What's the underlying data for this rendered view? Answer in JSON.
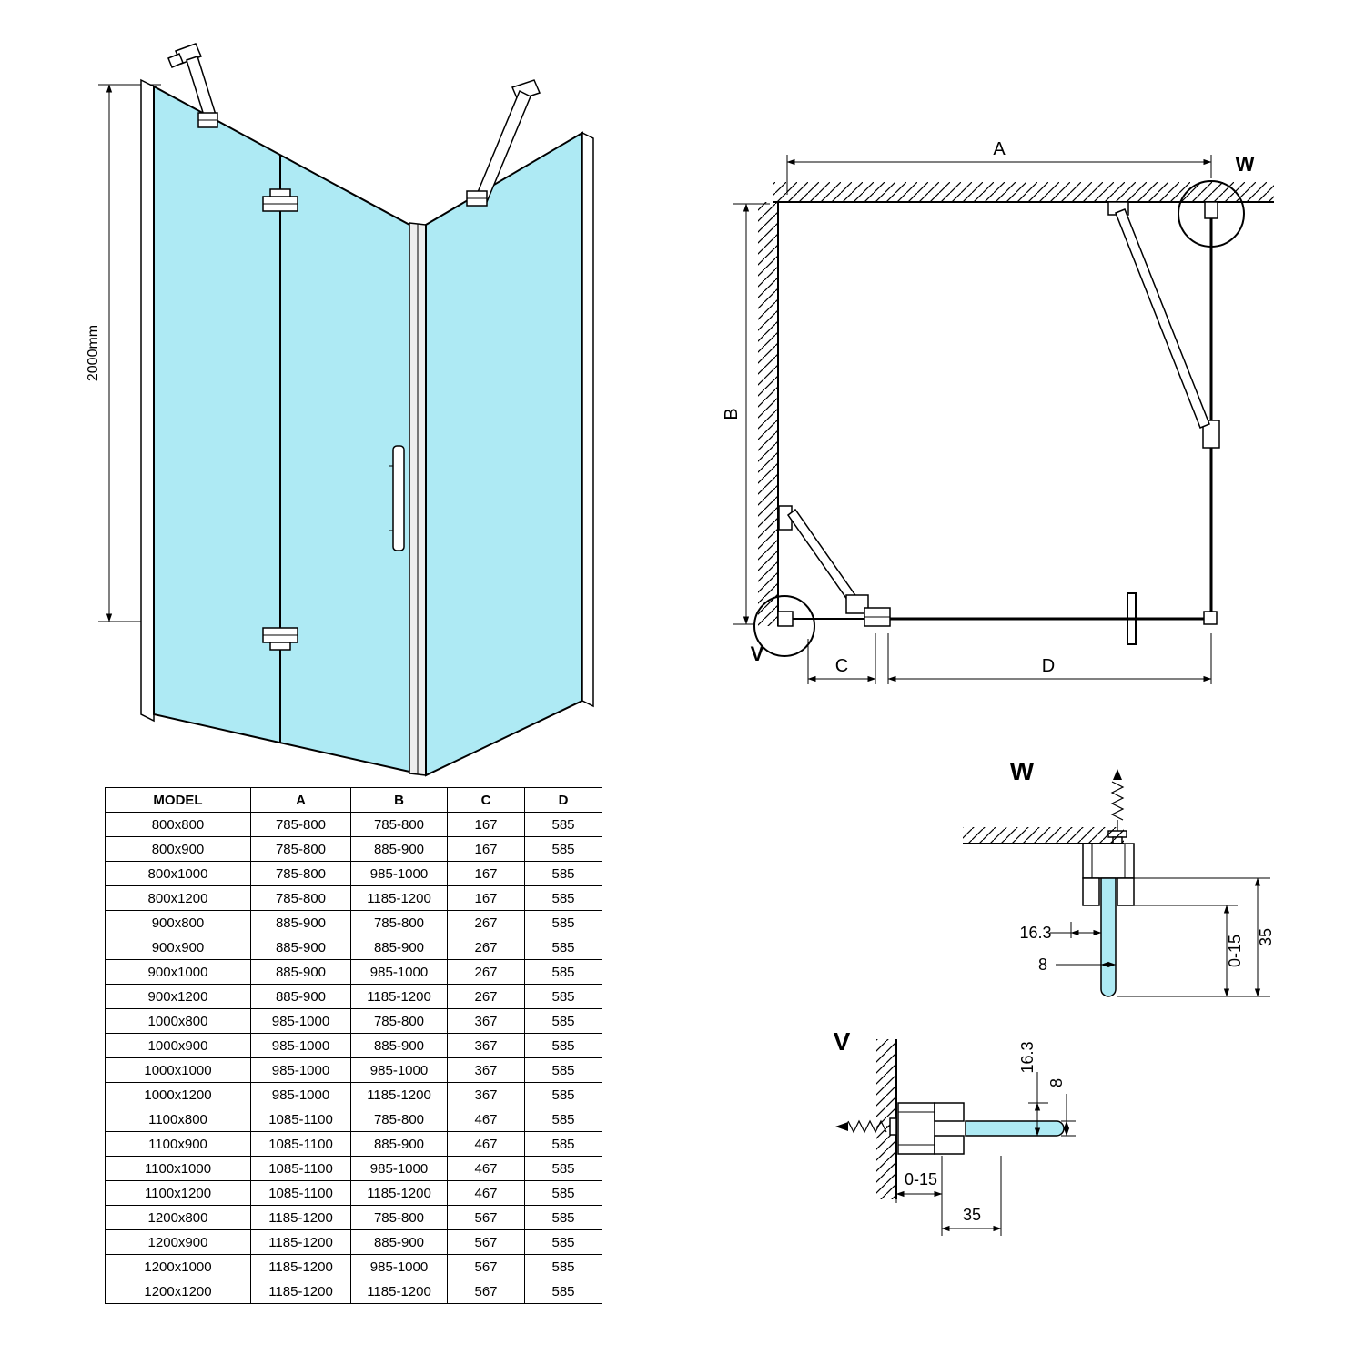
{
  "front_view": {
    "height_label": "2000mm"
  },
  "plan_view": {
    "label_a": "A",
    "label_b": "B",
    "label_c": "C",
    "label_d": "D",
    "label_w": "W",
    "label_v": "V"
  },
  "detail_w": {
    "title": "W",
    "dim_width": "16.3",
    "dim_glass_thickness": "8",
    "dim_adjust": "0-15",
    "dim_profile": "35"
  },
  "detail_v": {
    "title": "V",
    "dim_width": "16.3",
    "dim_glass_thickness": "8",
    "dim_adjust": "0-15",
    "dim_profile": "35"
  },
  "colors": {
    "glass": "#aeeaf4",
    "line": "#000000"
  },
  "table": {
    "headers": [
      "MODEL",
      "A",
      "B",
      "C",
      "D"
    ],
    "rows": [
      [
        "800x800",
        "785-800",
        "785-800",
        "167",
        "585"
      ],
      [
        "800x900",
        "785-800",
        "885-900",
        "167",
        "585"
      ],
      [
        "800x1000",
        "785-800",
        "985-1000",
        "167",
        "585"
      ],
      [
        "800x1200",
        "785-800",
        "1185-1200",
        "167",
        "585"
      ],
      [
        "900x800",
        "885-900",
        "785-800",
        "267",
        "585"
      ],
      [
        "900x900",
        "885-900",
        "885-900",
        "267",
        "585"
      ],
      [
        "900x1000",
        "885-900",
        "985-1000",
        "267",
        "585"
      ],
      [
        "900x1200",
        "885-900",
        "1185-1200",
        "267",
        "585"
      ],
      [
        "1000x800",
        "985-1000",
        "785-800",
        "367",
        "585"
      ],
      [
        "1000x900",
        "985-1000",
        "885-900",
        "367",
        "585"
      ],
      [
        "1000x1000",
        "985-1000",
        "985-1000",
        "367",
        "585"
      ],
      [
        "1000x1200",
        "985-1000",
        "1185-1200",
        "367",
        "585"
      ],
      [
        "1100x800",
        "1085-1100",
        "785-800",
        "467",
        "585"
      ],
      [
        "1100x900",
        "1085-1100",
        "885-900",
        "467",
        "585"
      ],
      [
        "1100x1000",
        "1085-1100",
        "985-1000",
        "467",
        "585"
      ],
      [
        "1100x1200",
        "1085-1100",
        "1185-1200",
        "467",
        "585"
      ],
      [
        "1200x800",
        "1185-1200",
        "785-800",
        "567",
        "585"
      ],
      [
        "1200x900",
        "1185-1200",
        "885-900",
        "567",
        "585"
      ],
      [
        "1200x1000",
        "1185-1200",
        "985-1000",
        "567",
        "585"
      ],
      [
        "1200x1200",
        "1185-1200",
        "1185-1200",
        "567",
        "585"
      ]
    ]
  }
}
